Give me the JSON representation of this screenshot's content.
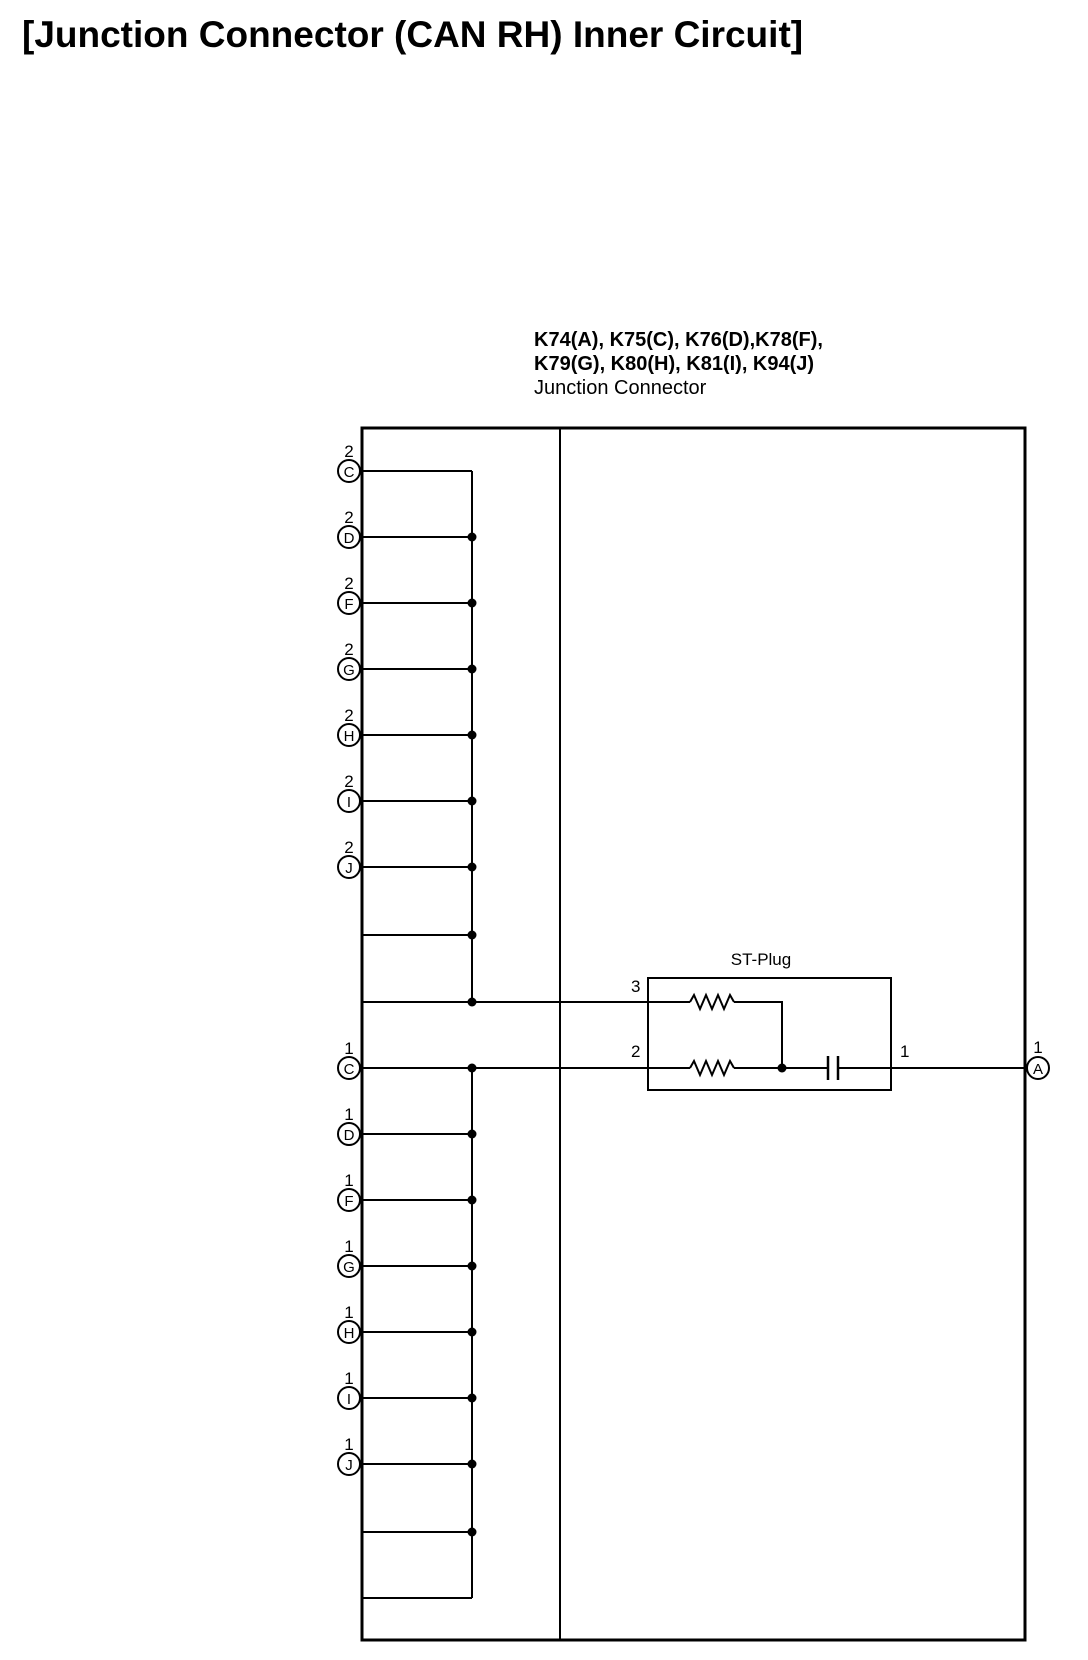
{
  "title": "[Junction Connector (CAN RH) Inner Circuit]",
  "component": {
    "line1": "K74(A), K75(C), K76(D),K78(F),",
    "line2": "K79(G), K80(H), K81(I), K94(J)",
    "name": "Junction Connector"
  },
  "st_plug": {
    "label": "ST-Plug",
    "pin_3": "3",
    "pin_2": "2",
    "pin_1": "1"
  },
  "pins_pin2": [
    {
      "pin": "2",
      "connector": "C"
    },
    {
      "pin": "2",
      "connector": "D"
    },
    {
      "pin": "2",
      "connector": "F"
    },
    {
      "pin": "2",
      "connector": "G"
    },
    {
      "pin": "2",
      "connector": "H"
    },
    {
      "pin": "2",
      "connector": "I"
    },
    {
      "pin": "2",
      "connector": "J"
    }
  ],
  "pins_pin1": [
    {
      "pin": "1",
      "connector": "C"
    },
    {
      "pin": "1",
      "connector": "D"
    },
    {
      "pin": "1",
      "connector": "F"
    },
    {
      "pin": "1",
      "connector": "G"
    },
    {
      "pin": "1",
      "connector": "H"
    },
    {
      "pin": "1",
      "connector": "I"
    },
    {
      "pin": "1",
      "connector": "J"
    }
  ],
  "output_pin": {
    "pin": "1",
    "connector": "A"
  }
}
